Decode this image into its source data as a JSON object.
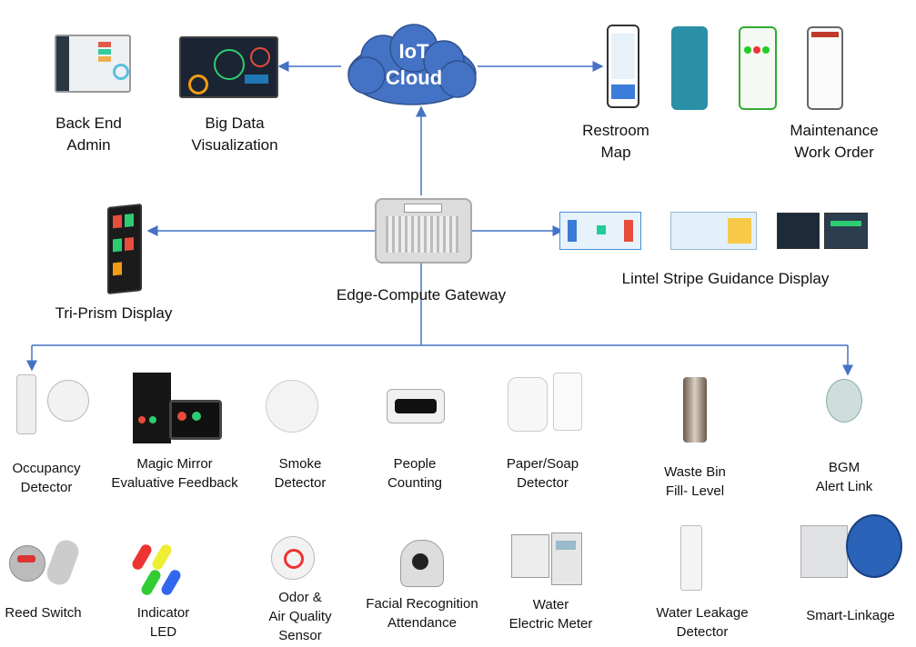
{
  "cloud": {
    "label": "IoT\nCloud",
    "color": "#4472c4"
  },
  "gateway": {
    "label": "Edge-Compute Gateway"
  },
  "top_left": [
    {
      "label": "Back End\nAdmin"
    },
    {
      "label": "Big Data\nVisualization"
    }
  ],
  "top_right": [
    {
      "label": "Restroom\nMap"
    },
    {
      "label": "Maintenance\nWork Order"
    }
  ],
  "mid_left": {
    "label": "Tri-Prism Display"
  },
  "mid_right": {
    "label": "Lintel Stripe Guidance Display"
  },
  "row1": [
    {
      "label": "Occupancy\nDetector"
    },
    {
      "label": "Magic Mirror\nEvaluative Feedback"
    },
    {
      "label": "Smoke\nDetector"
    },
    {
      "label": "People\nCounting"
    },
    {
      "label": "Paper/Soap\nDetector"
    },
    {
      "label": "Waste Bin\nFill- Level"
    },
    {
      "label": "BGM\nAlert Link"
    }
  ],
  "row2": [
    {
      "label": "Reed Switch"
    },
    {
      "label": "Indicator\nLED"
    },
    {
      "label": "Odor &\nAir Quality\nSensor"
    },
    {
      "label": "Facial Recognition\nAttendance"
    },
    {
      "label": "Water\nElectric  Meter"
    },
    {
      "label": "Water Leakage\nDetector"
    },
    {
      "label": "Smart-Linkage"
    }
  ],
  "arrow_color": "#4472c4"
}
